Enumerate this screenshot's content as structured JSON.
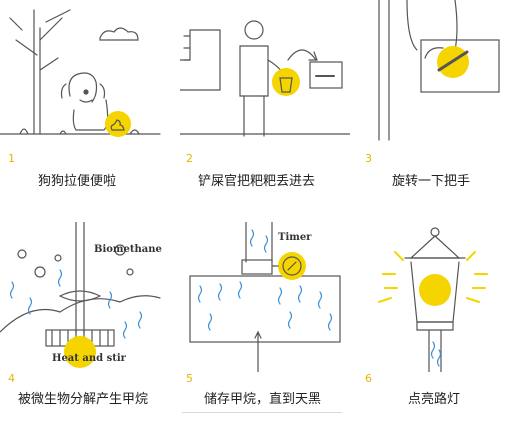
{
  "colors": {
    "accent": "#f5d400",
    "line": "#555555",
    "water": "#3b8fd9",
    "number": "#e2b800"
  },
  "steps": [
    {
      "num": "1",
      "caption": "狗狗拉便便啦"
    },
    {
      "num": "2",
      "caption": "铲屎官把粑粑丢进去"
    },
    {
      "num": "3",
      "caption": "旋转一下把手"
    },
    {
      "num": "4",
      "caption": "被微生物分解产生甲烷"
    },
    {
      "num": "5",
      "caption": "储存甲烷，直到天黑"
    },
    {
      "num": "6",
      "caption": "点亮路灯"
    }
  ],
  "labels": {
    "biomethane": "Biomethane",
    "heat_stir": "Heat and stir",
    "timer": "Timer"
  }
}
